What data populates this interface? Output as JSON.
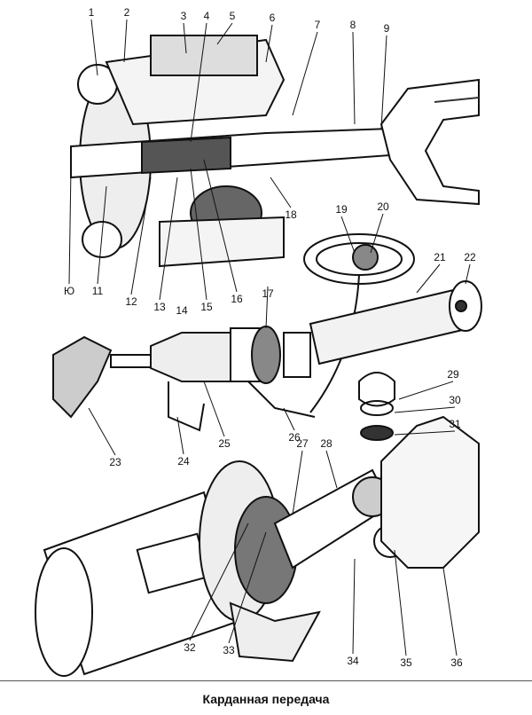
{
  "title": "Карданная передача",
  "labels": [
    "1",
    "2",
    "3",
    "4",
    "5",
    "6",
    "7",
    "8",
    "9",
    "Ю",
    "11",
    "12",
    "13",
    "14",
    "15",
    "16",
    "17",
    "18",
    "19",
    "20",
    "21",
    "22",
    "23",
    "24",
    "25",
    "26",
    "27",
    "28",
    "29",
    "30",
    "31",
    "32",
    "33",
    "34",
    "35",
    "36"
  ]
}
